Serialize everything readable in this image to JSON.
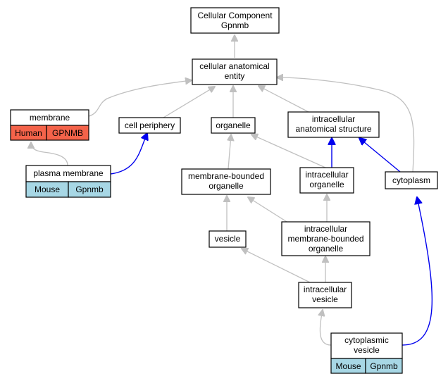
{
  "colors": {
    "human_fill": "#f4634a",
    "mouse_fill": "#a7d7e5",
    "edge_gray": "#c0c0c0",
    "edge_blue": "#0000ee"
  },
  "nodes": {
    "root": {
      "line1": "Cellular Component",
      "line2": "Gpnmb"
    },
    "cellular_anatomical_entity": {
      "line1": "cellular anatomical",
      "line2": "entity"
    },
    "membrane": {
      "label": "membrane",
      "species": "Human",
      "gene": "GPNMB"
    },
    "cell_periphery": {
      "label": "cell periphery"
    },
    "organelle": {
      "label": "organelle"
    },
    "intracellular_anatomical_structure": {
      "line1": "intracellular",
      "line2": "anatomical structure"
    },
    "plasma_membrane": {
      "label": "plasma membrane",
      "species": "Mouse",
      "gene": "Gpnmb"
    },
    "membrane_bounded_organelle": {
      "line1": "membrane-bounded",
      "line2": "organelle"
    },
    "intracellular_organelle": {
      "line1": "intracellular",
      "line2": "organelle"
    },
    "cytoplasm": {
      "label": "cytoplasm"
    },
    "vesicle": {
      "label": "vesicle"
    },
    "intracellular_membrane_bounded_organelle": {
      "line1": "intracellular",
      "line2": "membrane-bounded",
      "line3": "organelle"
    },
    "intracellular_vesicle": {
      "line1": "intracellular",
      "line2": "vesicle"
    },
    "cytoplasmic_vesicle": {
      "line1": "cytoplasmic",
      "line2": "vesicle",
      "species": "Mouse",
      "gene": "Gpnmb"
    }
  }
}
